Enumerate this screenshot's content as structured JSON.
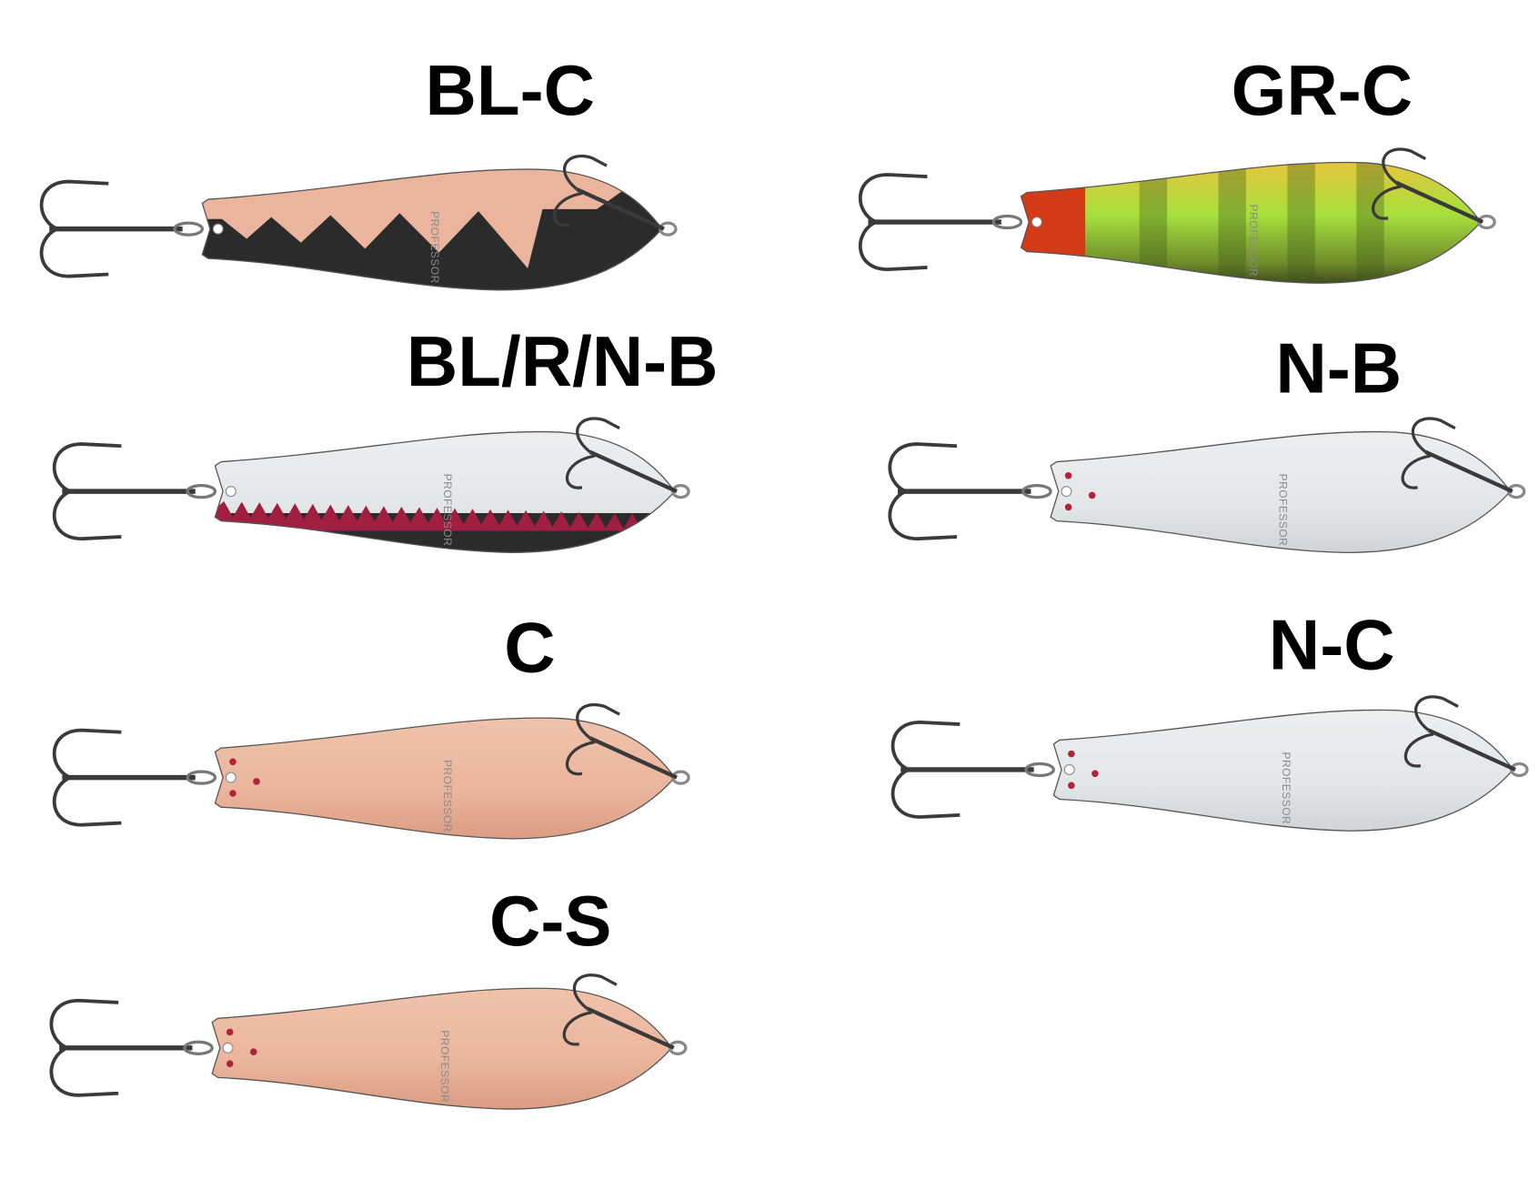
{
  "brand_marking": "PROFESSOR",
  "colors": {
    "copper": "#eab59c",
    "copper_dark": "#d99a80",
    "silver": "#e3e6e7",
    "silver_dark": "#c9cdcf",
    "black": "#2b2b2b",
    "red": "#a01e40",
    "hole_red": "#b0233a",
    "green": "#a6e03c",
    "yellow": "#f2c03c",
    "head_red": "#d23a18",
    "hook": "#3a3a3a"
  },
  "lures": [
    {
      "code": "BL-C",
      "pattern": "black-copper-zigzag"
    },
    {
      "code": "GR-C",
      "pattern": "green-perch"
    },
    {
      "code": "BL/R/N-B",
      "pattern": "silver-red-black"
    },
    {
      "code": "N-B",
      "pattern": "silver"
    },
    {
      "code": "C",
      "pattern": "copper"
    },
    {
      "code": "N-C",
      "pattern": "silver"
    },
    {
      "code": "C-S",
      "pattern": "copper"
    }
  ]
}
